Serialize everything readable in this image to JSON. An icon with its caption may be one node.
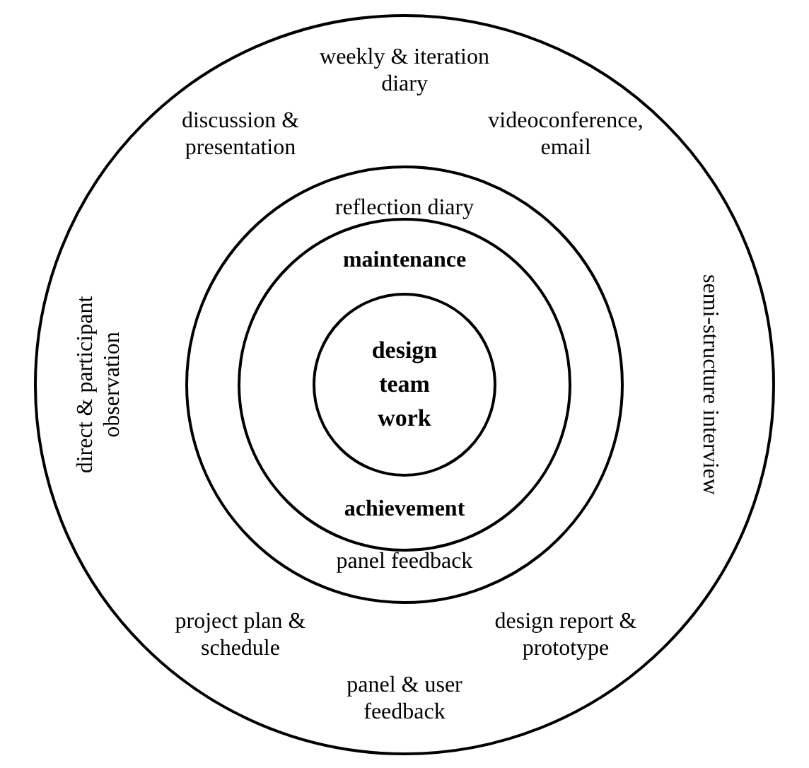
{
  "diagram": {
    "nodes": [
      {
        "text": [
          "weekly & iteration diary",
          "discussion & presentation",
          "videoconference, email",
          "direct & participant observation",
          "semi-structure interview",
          "project plan & schedule",
          "design report & prototype",
          "panel & user feedback"
        ]
      },
      {
        "text": [
          "reflection diary",
          "panel feedback"
        ],
        "in": 0
      },
      {
        "text": [
          "maintenance",
          "achievement"
        ],
        "in": 1
      },
      {
        "text": [
          "design team work"
        ],
        "in": 2
      }
    ]
  }
}
